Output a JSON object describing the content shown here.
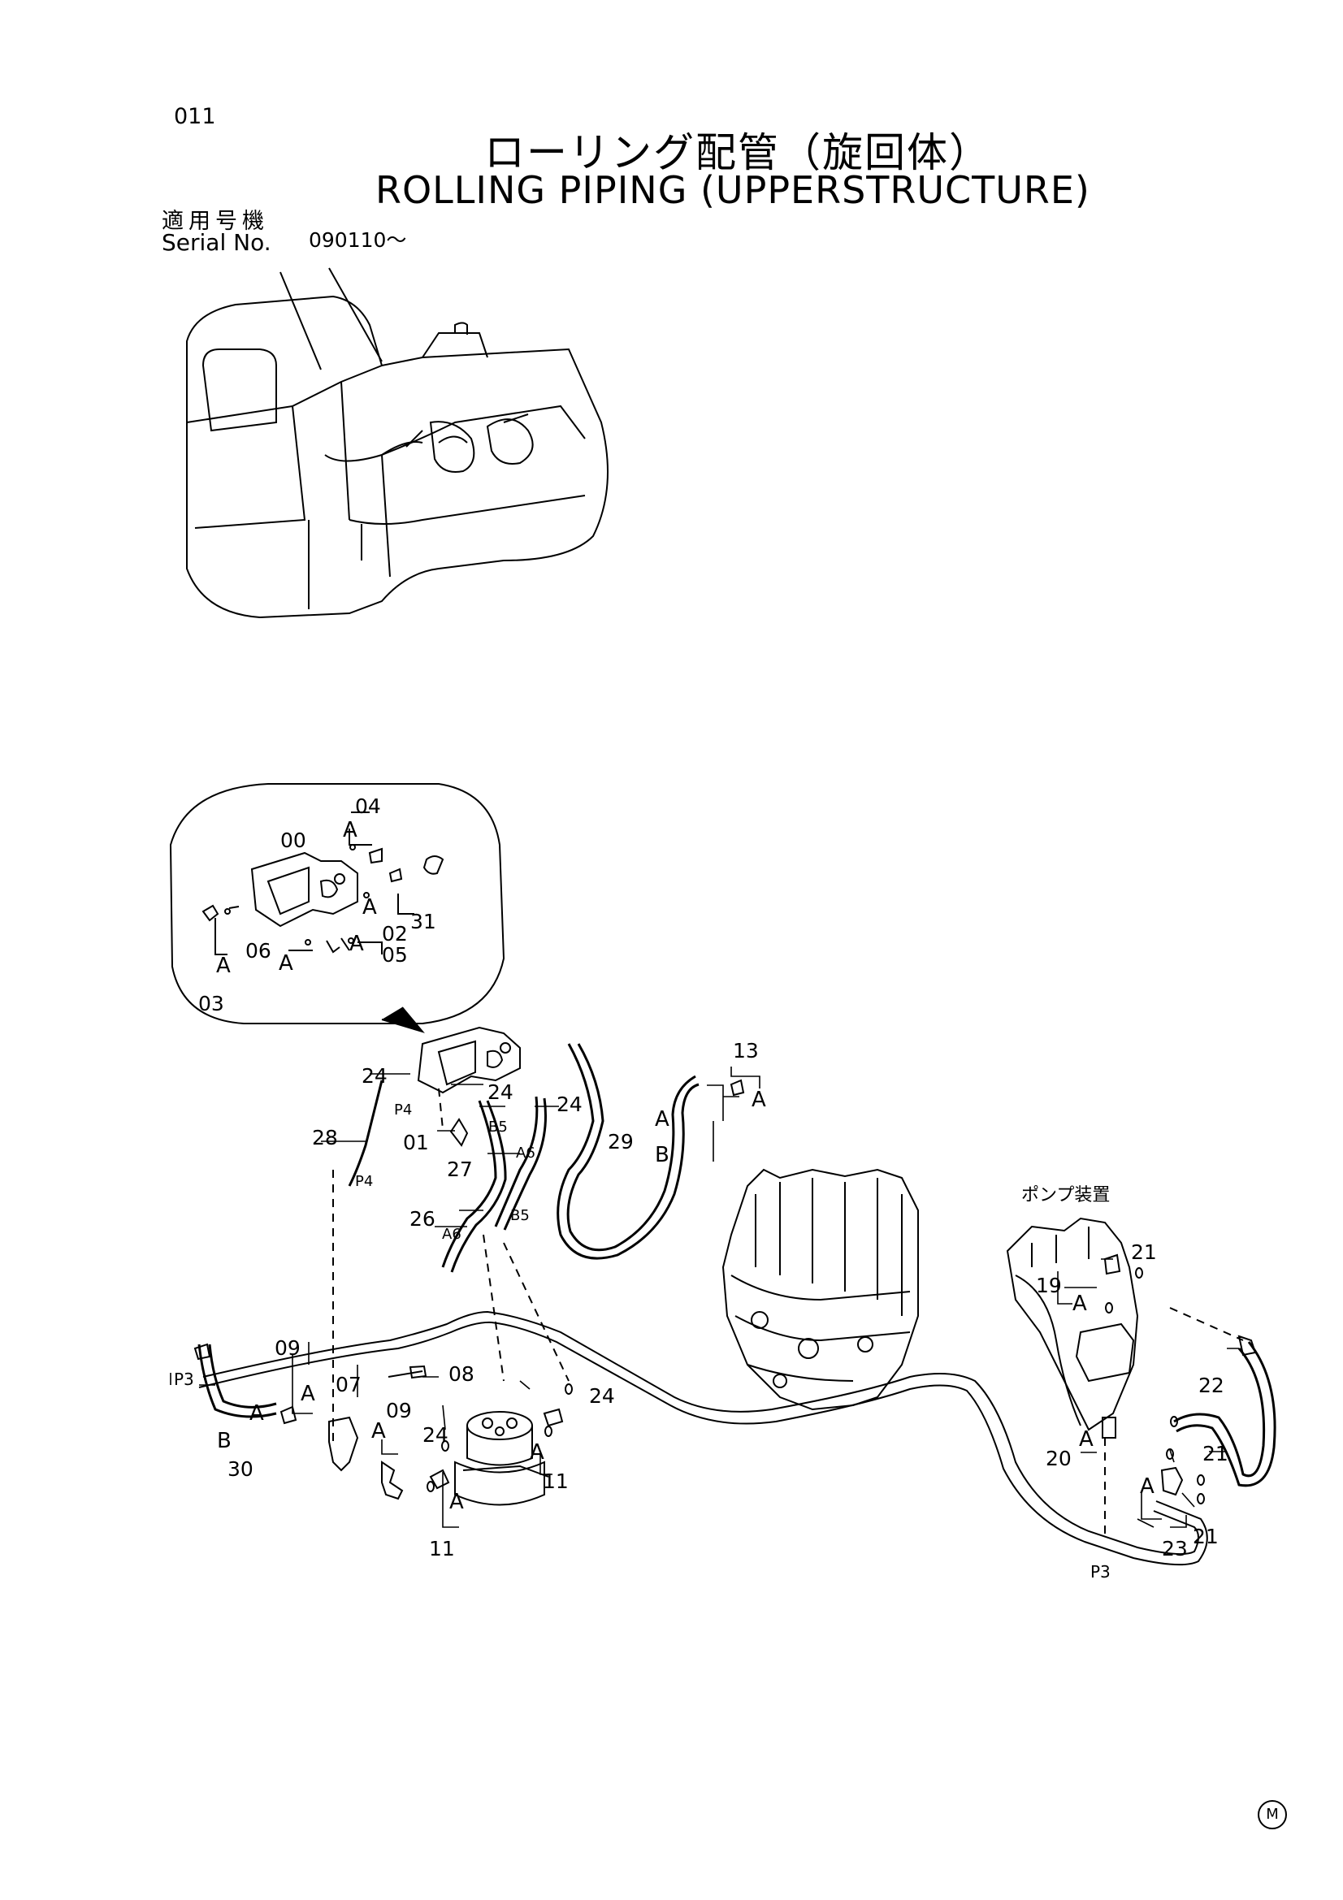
{
  "header": {
    "page_number": "011",
    "title_jp": "ローリング配管（旋回体）",
    "title_en": "ROLLING PIPING (UPPERSTRUCTURE)",
    "serial_label_jp": "適用号機",
    "serial_label_en": "Serial No.",
    "serial_value": "090110～"
  },
  "callouts": {
    "p00": "00",
    "p01": "01",
    "p02": "02",
    "p03": "03",
    "p04": "04",
    "p05": "05",
    "p06": "06",
    "p07": "07",
    "p08": "08",
    "p09": "09",
    "p11": "11",
    "p13": "13",
    "p19": "19",
    "p20": "20",
    "p21": "21",
    "p22": "22",
    "p23": "23",
    "p24": "24",
    "p26": "26",
    "p27": "27",
    "p28": "28",
    "p29": "29",
    "p30": "30",
    "p31": "31"
  },
  "sub_labels": {
    "A": "A",
    "B": "B",
    "P3": "P3",
    "P4": "P4",
    "A6": "A6",
    "B5": "B5"
  },
  "pump_device_label": "ポンプ装置",
  "footer_mark": "M"
}
